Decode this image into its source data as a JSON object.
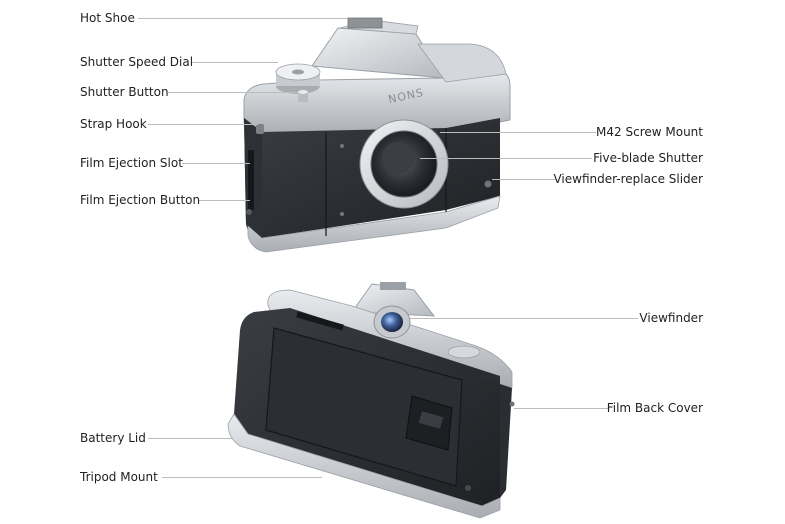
{
  "diagram": {
    "left_labels": [
      "Hot Shoe",
      "Shutter Speed Dial",
      "Shutter Button",
      "Strap Hook",
      "Film Ejection Slot",
      "Film Ejection Button",
      "Battery Lid",
      "Tripod Mount"
    ],
    "right_labels": [
      "M42 Screw Mount",
      "Five-blade Shutter",
      "Viewfinder-replace Slider",
      "Viewfinder",
      "Film Back Cover"
    ],
    "brand_mark": "NONS"
  }
}
